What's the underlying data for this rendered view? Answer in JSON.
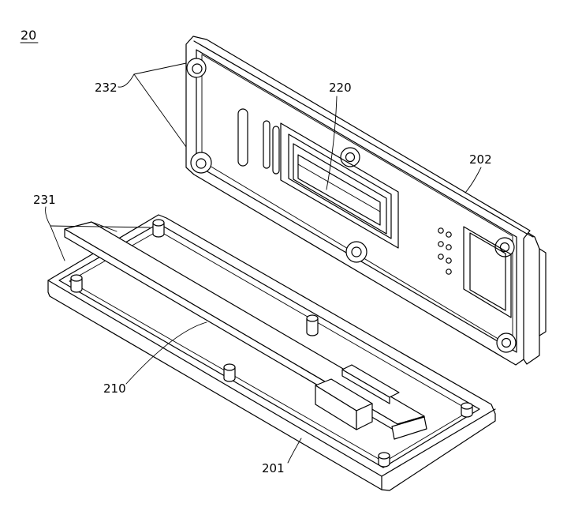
{
  "figure_number": "20",
  "labels": {
    "l201": "201",
    "l202": "202",
    "l210": "210",
    "l220": "220",
    "l231": "231",
    "l232": "232"
  }
}
